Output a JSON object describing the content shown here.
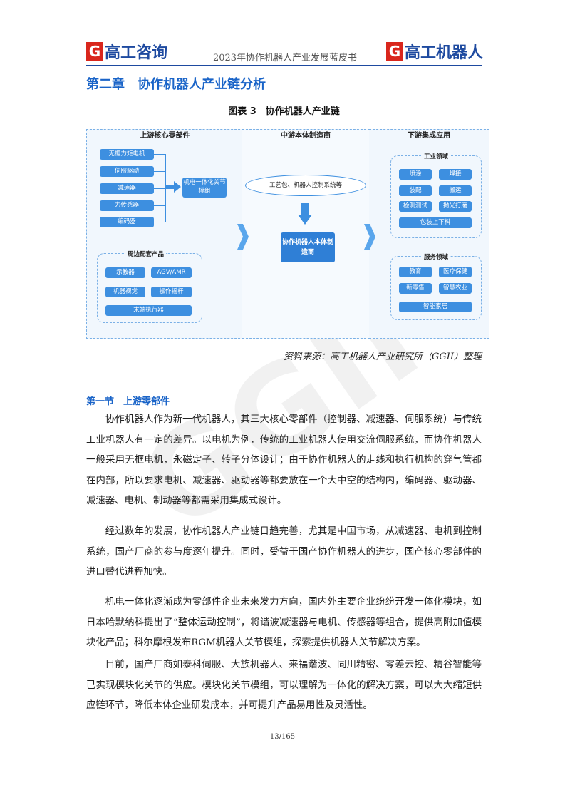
{
  "header": {
    "logo_left": "高工咨询",
    "logo_left_mark": "G",
    "report_title": "2023年协作机器人产业发展蓝皮书",
    "logo_right": "高工机器人",
    "logo_right_mark": "G"
  },
  "chapter_title": "第二章　协作机器人产业链分析",
  "figure_title": "图表 3　协作机器人产业链",
  "diagram": {
    "upstream": {
      "title": "上游核心零部件",
      "core_parts": [
        "无框力矩电机",
        "伺服驱动",
        "减速器",
        "力传感器",
        "编码器"
      ],
      "module": "机电一体化关节模组",
      "peripheral_title": "周边配套产品",
      "peripherals": [
        "示教器",
        "AGV/AMR",
        "机器视觉",
        "操作摇杆",
        "末端执行器"
      ]
    },
    "midstream": {
      "title": "中游本体制造商",
      "software": "工艺包、机器人控制系统等",
      "manufacturer": "协作机器人本体制造商"
    },
    "downstream": {
      "title": "下游集成应用",
      "industrial_title": "工业领域",
      "industrial": [
        "喷涂",
        "焊接",
        "装配",
        "搬运",
        "检测测试",
        "抛光打磨",
        "包装上下料"
      ],
      "service_title": "服务领域",
      "service": [
        "教育",
        "医疗保健",
        "新零售",
        "智慧农业",
        "智能家居"
      ]
    }
  },
  "source": "资料来源：高工机器人产业研究所（GGII）整理",
  "section_title": "第一节　上游零部件",
  "paragraphs": [
    "协作机器人作为新一代机器人，其三大核心零部件（控制器、减速器、伺服系统）与传统工业机器人有一定的差异。以电机为例，传统的工业机器人使用交流伺服系统，而协作机器人一般采用无框电机，永磁定子、转子分体设计；由于协作机器人的走线和执行机构的穿气管都在内部，所以要求电机、减速器、驱动器等都要放在一个大中空的结构内，编码器、驱动器、减速器、电机、制动器等都需采用集成式设计。",
    "经过数年的发展，协作机器人产业链日趋完善，尤其是中国市场，从减速器、电机到控制系统，国产厂商的参与度逐年提升。同时，受益于国产协作机器人的进步，国产核心零部件的进口替代进程加快。",
    "机电一体化逐渐成为零部件企业未来发力方向，国内外主要企业纷纷开发一体化模块，如日本哈默纳科提出了“整体运动控制”，将谐波减速器与电机、传感器等组合，提供高附加值模块化产品；科尔摩根发布RGM机器人关节模组，探索提供机器人关节解决方案。",
    "目前，国产厂商如泰科伺服、大族机器人、来福谐波、同川精密、零差云控、精谷智能等已实现模块化关节的供应。模块化关节模组，可以理解为一体化的解决方案，可以大大缩短供应链环节，降低本体企业研发成本，并可提升产品易用性及灵活性。"
  ],
  "watermark": "GGII",
  "page_number": "13/165",
  "colors": {
    "brand_blue": "#1e4aa0",
    "heading_blue": "#1a64c8",
    "box_blue": "#3d8fe0",
    "logo_red": "#d9261c"
  }
}
